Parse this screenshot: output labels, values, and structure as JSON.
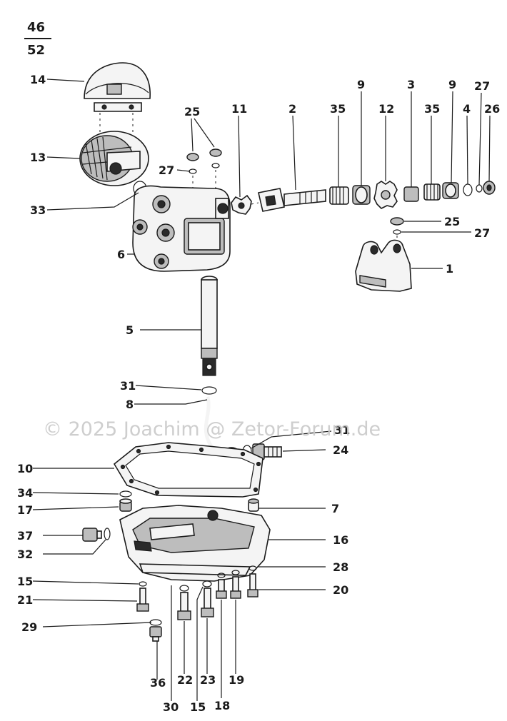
{
  "page_number": {
    "top": "46",
    "bottom": "52"
  },
  "watermark": "© 2025 Joachim @ Zetor-Forum.de",
  "labels": {
    "l1": "1",
    "l2": "2",
    "l3": "3",
    "l4": "4",
    "l5": "5",
    "l6": "6",
    "l7": "7",
    "l8": "8",
    "l9a": "9",
    "l9b": "9",
    "l10": "10",
    "l11": "11",
    "l12": "12",
    "l13": "13",
    "l14": "14",
    "l15a": "15",
    "l15b": "15",
    "l16": "16",
    "l17": "17",
    "l18": "18",
    "l19": "19",
    "l20": "20",
    "l21": "21",
    "l22": "22",
    "l23": "23",
    "l24": "24",
    "l25a": "25",
    "l25b": "25",
    "l26": "26",
    "l27a": "27",
    "l27b": "27",
    "l27c": "27",
    "l28": "28",
    "l29": "29",
    "l30": "30",
    "l31a": "31",
    "l31b": "31",
    "l32": "32",
    "l33": "33",
    "l34": "34",
    "l35a": "35",
    "l35b": "35",
    "l36": "36",
    "l37": "37"
  }
}
